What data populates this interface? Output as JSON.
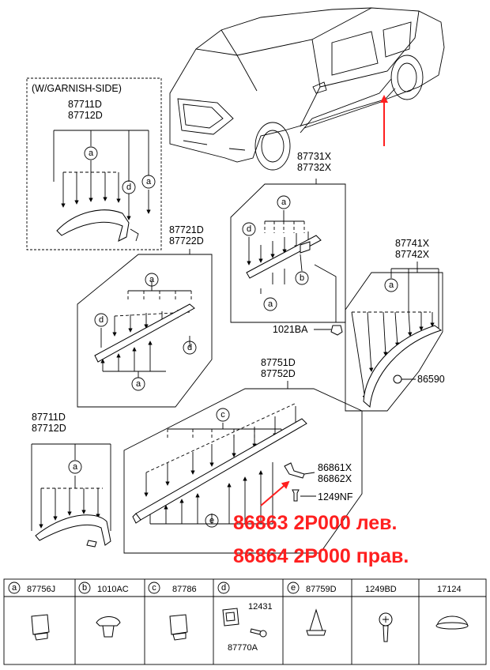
{
  "groups": {
    "garnish_label": "(W/GARNISH-SIDE)",
    "g1": [
      "87711D",
      "87712D"
    ],
    "g2": [
      "87721D",
      "87722D"
    ],
    "g3": [
      "87731X",
      "87732X"
    ],
    "g4": [
      "87741X",
      "87742X"
    ],
    "g5": [
      "87751D",
      "87752D"
    ],
    "g6": [
      "87711D",
      "87712D"
    ],
    "bracket": [
      "86861X",
      "86862X"
    ],
    "clip_1021": "1021BA",
    "screw_86590": "86590",
    "screw_1249": "1249NF"
  },
  "callouts": {
    "a": "a",
    "b": "b",
    "c": "c",
    "d": "d",
    "e": "e"
  },
  "annotations": {
    "left_line": "86863 2P000  лев.",
    "right_line": "86864 2P000  прав.",
    "accent_color": "#ff1f1f"
  },
  "legend": [
    {
      "key": "a",
      "part": "87756J",
      "icon": "clip-icon"
    },
    {
      "key": "b",
      "part": "1010AC",
      "icon": "push-rivet-icon"
    },
    {
      "key": "c",
      "part": "87786",
      "icon": "clip-icon"
    },
    {
      "key": "d",
      "part": "",
      "icon": "clip-screw-icon",
      "extra": [
        "12431",
        "87770A"
      ]
    },
    {
      "key": "e",
      "part": "87759D",
      "icon": "tree-clip-icon"
    },
    {
      "key": "",
      "part": "1249BD",
      "icon": "screw-icon"
    },
    {
      "key": "",
      "part": "17124",
      "icon": "plug-icon"
    }
  ]
}
